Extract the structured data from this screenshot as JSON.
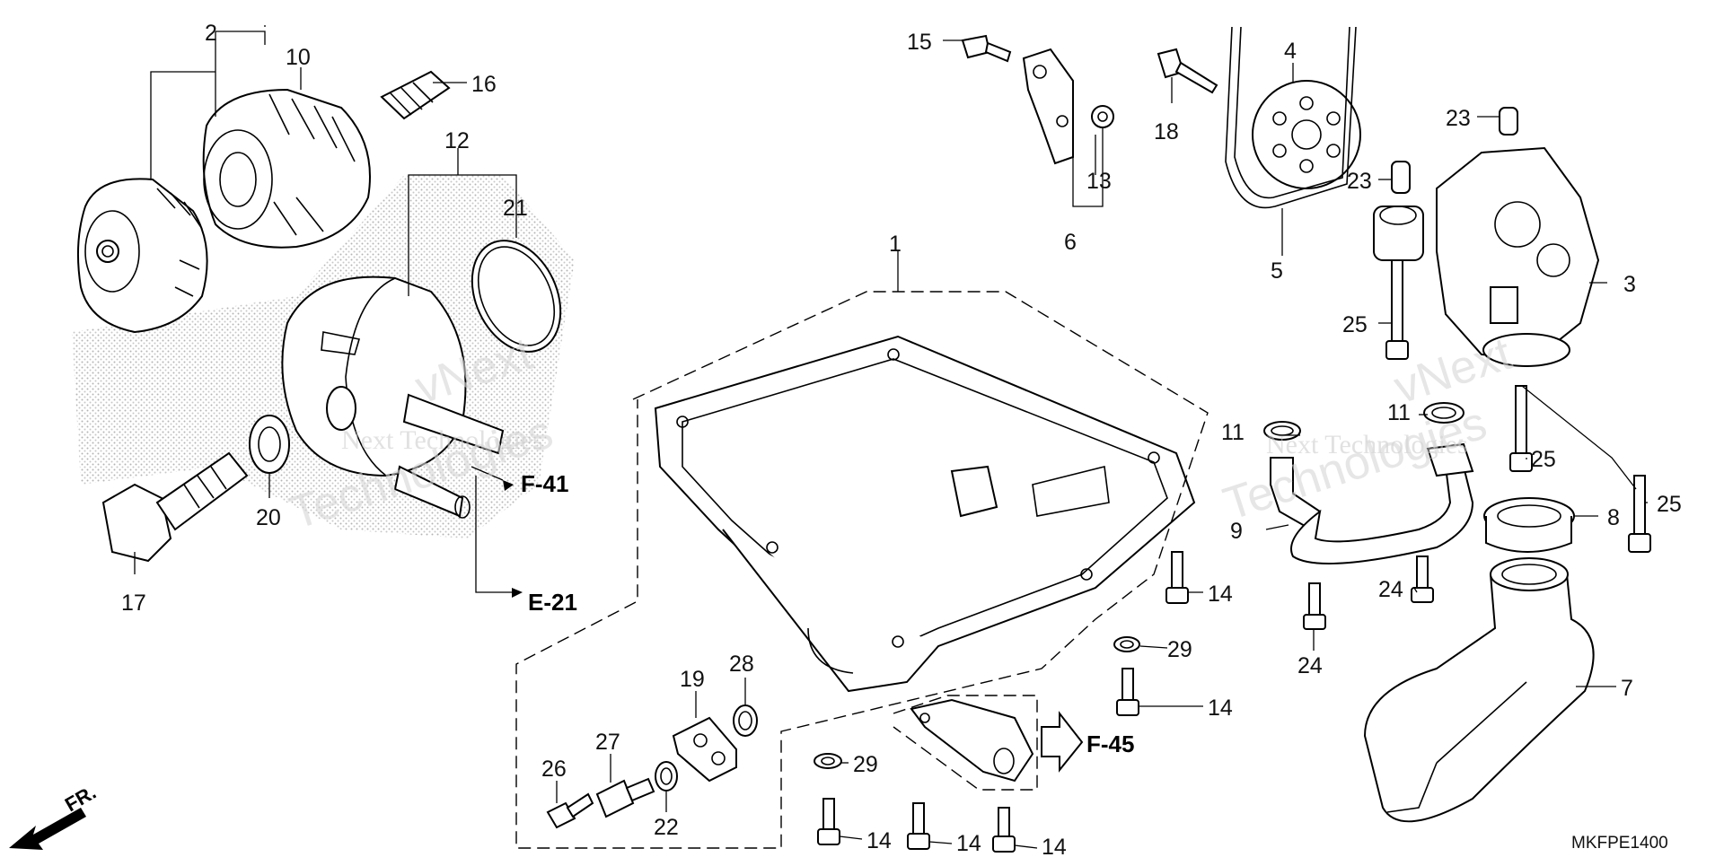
{
  "diagram": {
    "drawing_code": "MKFPE1400",
    "front_marker": "FR.",
    "references": [
      {
        "id": "ref-f41",
        "label": "F-41"
      },
      {
        "id": "ref-e21",
        "label": "E-21"
      },
      {
        "id": "ref-f45",
        "label": "F-45"
      }
    ],
    "watermarks": [
      {
        "id": "wm-a1",
        "text": "vNext"
      },
      {
        "id": "wm-a2",
        "text": "Next Technologies"
      },
      {
        "id": "wm-a3",
        "text": "Technologies"
      },
      {
        "id": "wm-b1",
        "text": "vNext"
      },
      {
        "id": "wm-b2",
        "text": "Next Technologies"
      },
      {
        "id": "wm-b3",
        "text": "Technologies"
      }
    ],
    "callouts": [
      {
        "id": "c2",
        "label": "2"
      },
      {
        "id": "c10",
        "label": "10"
      },
      {
        "id": "c16",
        "label": "16"
      },
      {
        "id": "c12",
        "label": "12"
      },
      {
        "id": "c21",
        "label": "21"
      },
      {
        "id": "c20",
        "label": "20"
      },
      {
        "id": "c17",
        "label": "17"
      },
      {
        "id": "c15",
        "label": "15"
      },
      {
        "id": "c13",
        "label": "13"
      },
      {
        "id": "c6",
        "label": "6"
      },
      {
        "id": "c18",
        "label": "18"
      },
      {
        "id": "c4",
        "label": "4"
      },
      {
        "id": "c5",
        "label": "5"
      },
      {
        "id": "c1",
        "label": "1"
      },
      {
        "id": "c23a",
        "label": "23"
      },
      {
        "id": "c23b",
        "label": "23"
      },
      {
        "id": "c3",
        "label": "3"
      },
      {
        "id": "c25a",
        "label": "25"
      },
      {
        "id": "c11a",
        "label": "11"
      },
      {
        "id": "c11b",
        "label": "11"
      },
      {
        "id": "c25b",
        "label": "25"
      },
      {
        "id": "c9",
        "label": "9"
      },
      {
        "id": "c8",
        "label": "8"
      },
      {
        "id": "c25c",
        "label": "25"
      },
      {
        "id": "c14a",
        "label": "14"
      },
      {
        "id": "c29a",
        "label": "29"
      },
      {
        "id": "c24a",
        "label": "24"
      },
      {
        "id": "c24b",
        "label": "24"
      },
      {
        "id": "c14b",
        "label": "14"
      },
      {
        "id": "c7",
        "label": "7"
      },
      {
        "id": "c19",
        "label": "19"
      },
      {
        "id": "c28",
        "label": "28"
      },
      {
        "id": "c26",
        "label": "26"
      },
      {
        "id": "c27",
        "label": "27"
      },
      {
        "id": "c22",
        "label": "22"
      },
      {
        "id": "c29b",
        "label": "29"
      },
      {
        "id": "c14c",
        "label": "14"
      },
      {
        "id": "c14d",
        "label": "14"
      },
      {
        "id": "c14e",
        "label": "14"
      }
    ]
  }
}
